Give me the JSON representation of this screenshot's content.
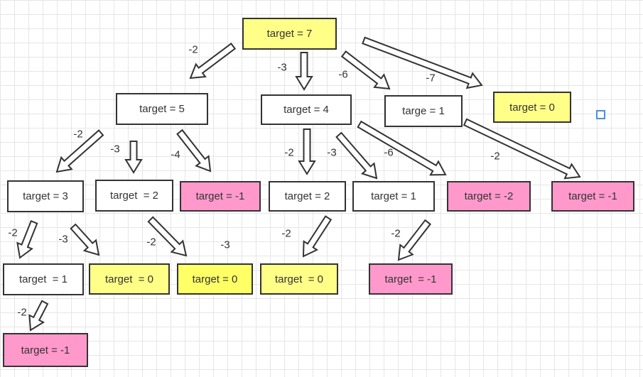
{
  "nodes": {
    "n7": "target = 7",
    "n5": "target = 5",
    "n4": "target = 4",
    "n1a": "targe = 1",
    "n0a": "target = 0",
    "n3": "target = 3",
    "n2a": "target  = 2",
    "nm1a": "target = -1",
    "n2b": "target = 2",
    "n1b": "target = 1",
    "nm2": "target = -2",
    "nm1b": "target = -1",
    "n1c": "target  = 1",
    "n0b": "target  = 0",
    "n0c": "target = 0",
    "n0d": "target  = 0",
    "nm1c": "target  = -1",
    "nm1d": "target = -1"
  },
  "edge_labels": {
    "e1": "-2",
    "e2": "-3",
    "e3": "-6",
    "e4": "-7",
    "e5": "-2",
    "e6": "-3",
    "e7": "-4",
    "e8": "-2",
    "e9": "-3",
    "e10": "-6",
    "e11": "-2",
    "e12": "-2",
    "e13": "-3",
    "e14": "-2",
    "e15": "-3",
    "e16": "-2",
    "e17": "-2",
    "e18": "-2"
  },
  "colors": {
    "white": "#ffffff",
    "yellow": "#ffff88",
    "pink": "#ff99cc",
    "border": "#333333",
    "marker": "#4a90d9"
  }
}
